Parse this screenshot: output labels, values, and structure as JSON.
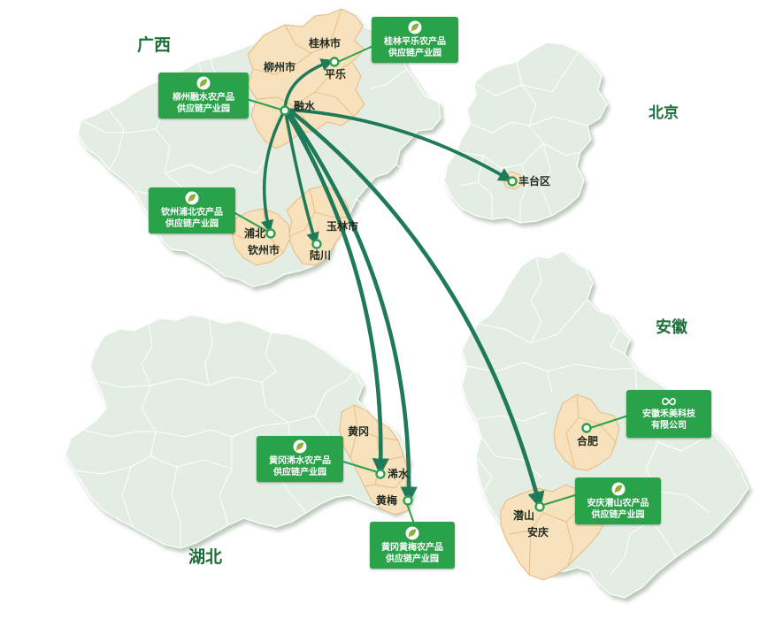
{
  "regions": {
    "guangxi": "广西",
    "beijing": "北京",
    "anhui": "安徽",
    "hubei": "湖北"
  },
  "cities": {
    "guilin": "桂林市",
    "liuzhou": "柳州市",
    "pingle": "平乐",
    "rongshui": "融水",
    "fengtai": "丰台区",
    "yulin": "玉林市",
    "pubei": "浦北",
    "qinzhou": "钦州市",
    "luchuan": "陆川",
    "huanggang": "黄冈",
    "xishui": "浠水",
    "huangmei": "黄梅",
    "hefei": "合肥",
    "qianshan": "潜山",
    "anqing": "安庆"
  },
  "parks": {
    "guilin_pingle": {
      "line1": "桂林平乐农产品",
      "line2": "供应链产业园"
    },
    "liuzhou_rongshui": {
      "line1": "柳州融水农产品",
      "line2": "供应链产业园"
    },
    "qinzhou_pubei": {
      "line1": "钦州浦北农产品",
      "line2": "供应链产业园"
    },
    "huanggang_xishui": {
      "line1": "黄冈浠水农产品",
      "line2": "供应链产业园"
    },
    "huanggang_huangmei": {
      "line1": "黄冈黄梅农产品",
      "line2": "供应链产业园"
    },
    "anqing_qianshan": {
      "line1": "安庆潜山农产品",
      "line2": "供应链产业园"
    },
    "anhui_hemei": {
      "line1": "安徽禾美科技",
      "line2": "有限公司"
    }
  },
  "colors": {
    "province_fill": "#e3ede3",
    "province_stroke": "#ffffff",
    "province_shadow": "#c9d4c9",
    "highlight_fill": "#f8e2bd",
    "highlight_stroke": "#e6b981",
    "arrow": "#1f7a5a",
    "box": "#2aa24a",
    "label": "#1e6e3a"
  },
  "icons": {
    "park": "leaf-logo-icon",
    "company": "hemei-logo-icon",
    "marker": "location-ring-icon"
  }
}
